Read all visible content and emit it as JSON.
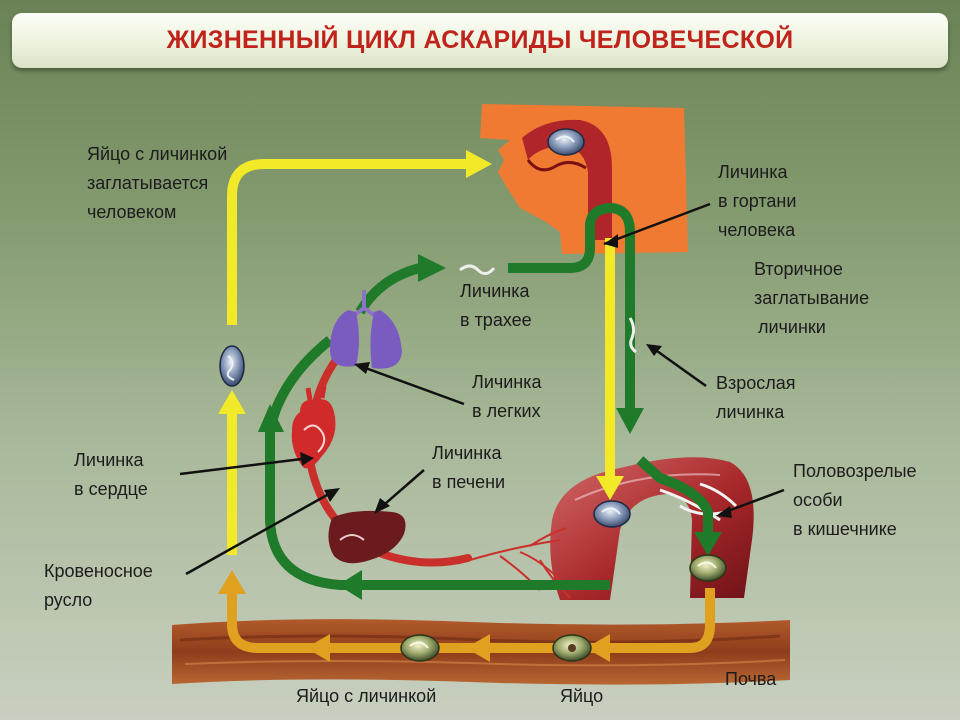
{
  "title": "ЖИЗНЕННЫЙ ЦИКЛ АСКАРИДЫ ЧЕЛОВЕЧЕСКОЙ",
  "colors": {
    "title": "#c0231b",
    "arrow_yellow": "#f2ea28",
    "arrow_green": "#1f7a2a",
    "arrow_orange": "#e0a020",
    "blood_vessel": "#c9302c",
    "mouth_block": "#f07a32",
    "soil": "#9c4a22"
  },
  "labels": {
    "egg_swallowed": [
      "Яйцо с личинкой",
      "заглатывается",
      "человеком"
    ],
    "larva_larynx": [
      "Личинка",
      "в гортани",
      "человека"
    ],
    "secondary_swallow": [
      "Вторичное",
      "заглатывание",
      "личинки"
    ],
    "larva_trachea": [
      "Личинка",
      "в трахее"
    ],
    "larva_lungs": [
      "Личинка",
      "в легких"
    ],
    "adult_larva": [
      "Взрослая",
      "личинка"
    ],
    "larva_heart": [
      "Личинка",
      "в сердце"
    ],
    "larva_liver": [
      "Личинка",
      "в печени"
    ],
    "mature_intestine": [
      "Половозрелые",
      "особи",
      "в кишечнике"
    ],
    "bloodstream": [
      "Кровеносное",
      "русло"
    ],
    "egg_with_larva": "Яйцо с личинкой",
    "egg": "Яйцо",
    "soil": "Почва"
  },
  "icons": {
    "egg": "egg-icon",
    "larva": "larva-icon",
    "lungs": "lungs-icon",
    "heart": "heart-icon",
    "liver": "liver-icon",
    "intestine": "intestine-icon",
    "mouth": "mouth-throat-icon"
  }
}
